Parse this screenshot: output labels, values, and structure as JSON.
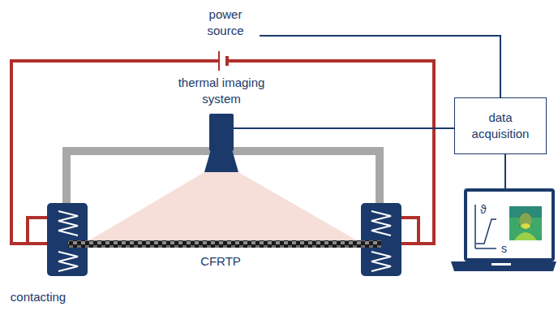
{
  "diagram": {
    "nodes": [
      {
        "text": [
          "power source"
        ]
      },
      {
        "text": [
          "thermal imaging system"
        ]
      },
      {
        "text": [
          "data acquisition"
        ]
      },
      {
        "text": [
          "ϑ",
          "s"
        ]
      }
    ],
    "edges": [
      {
        "from": 0,
        "to": 2,
        "arrow": "none"
      },
      {
        "from": 1,
        "to": 2,
        "arrow": "none"
      },
      {
        "from": 2,
        "to": 3,
        "arrow": "none"
      }
    ],
    "labels": [
      "CFRTP",
      "contacting"
    ]
  }
}
